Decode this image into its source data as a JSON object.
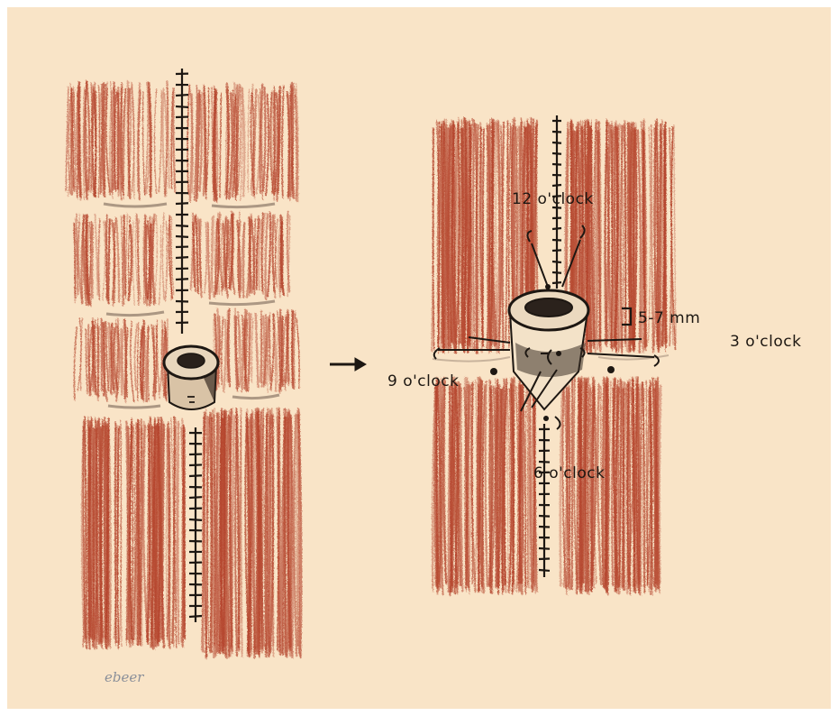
{
  "labels": {
    "twelve": "12 o'clock",
    "nine": "9 o'clock",
    "three": "3 o'clock",
    "six": "6 o'clock",
    "height": "5-7 mm",
    "signature": "ebeer"
  },
  "colors": {
    "paper": "#f9e4c7",
    "muscle": "#b5462e",
    "ink": "#1d1712"
  }
}
